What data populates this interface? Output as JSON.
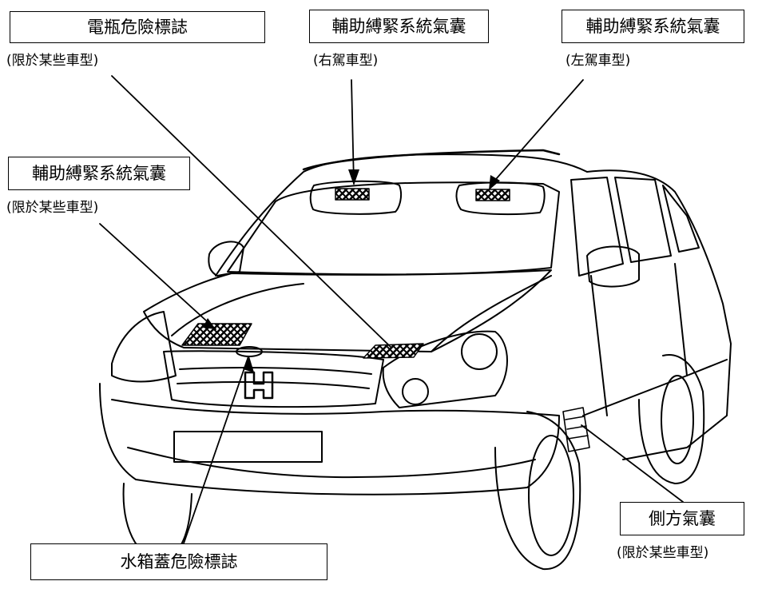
{
  "labels": {
    "battery": {
      "title": "電瓶危險標誌",
      "note": "(限於某些車型)"
    },
    "airbag_right_drive": {
      "title": "輔助縛緊系統氣囊",
      "note": "(右駕車型)"
    },
    "airbag_left_drive": {
      "title": "輔助縛緊系統氣囊",
      "note": "(左駕車型)"
    },
    "airbag_hood": {
      "title": "輔助縛緊系統氣囊",
      "note": "(限於某些車型)"
    },
    "side_airbag": {
      "title": "側方氣囊",
      "note": "(限於某些車型)"
    },
    "radiator_cap": {
      "title": "水箱蓋危險標誌"
    }
  }
}
